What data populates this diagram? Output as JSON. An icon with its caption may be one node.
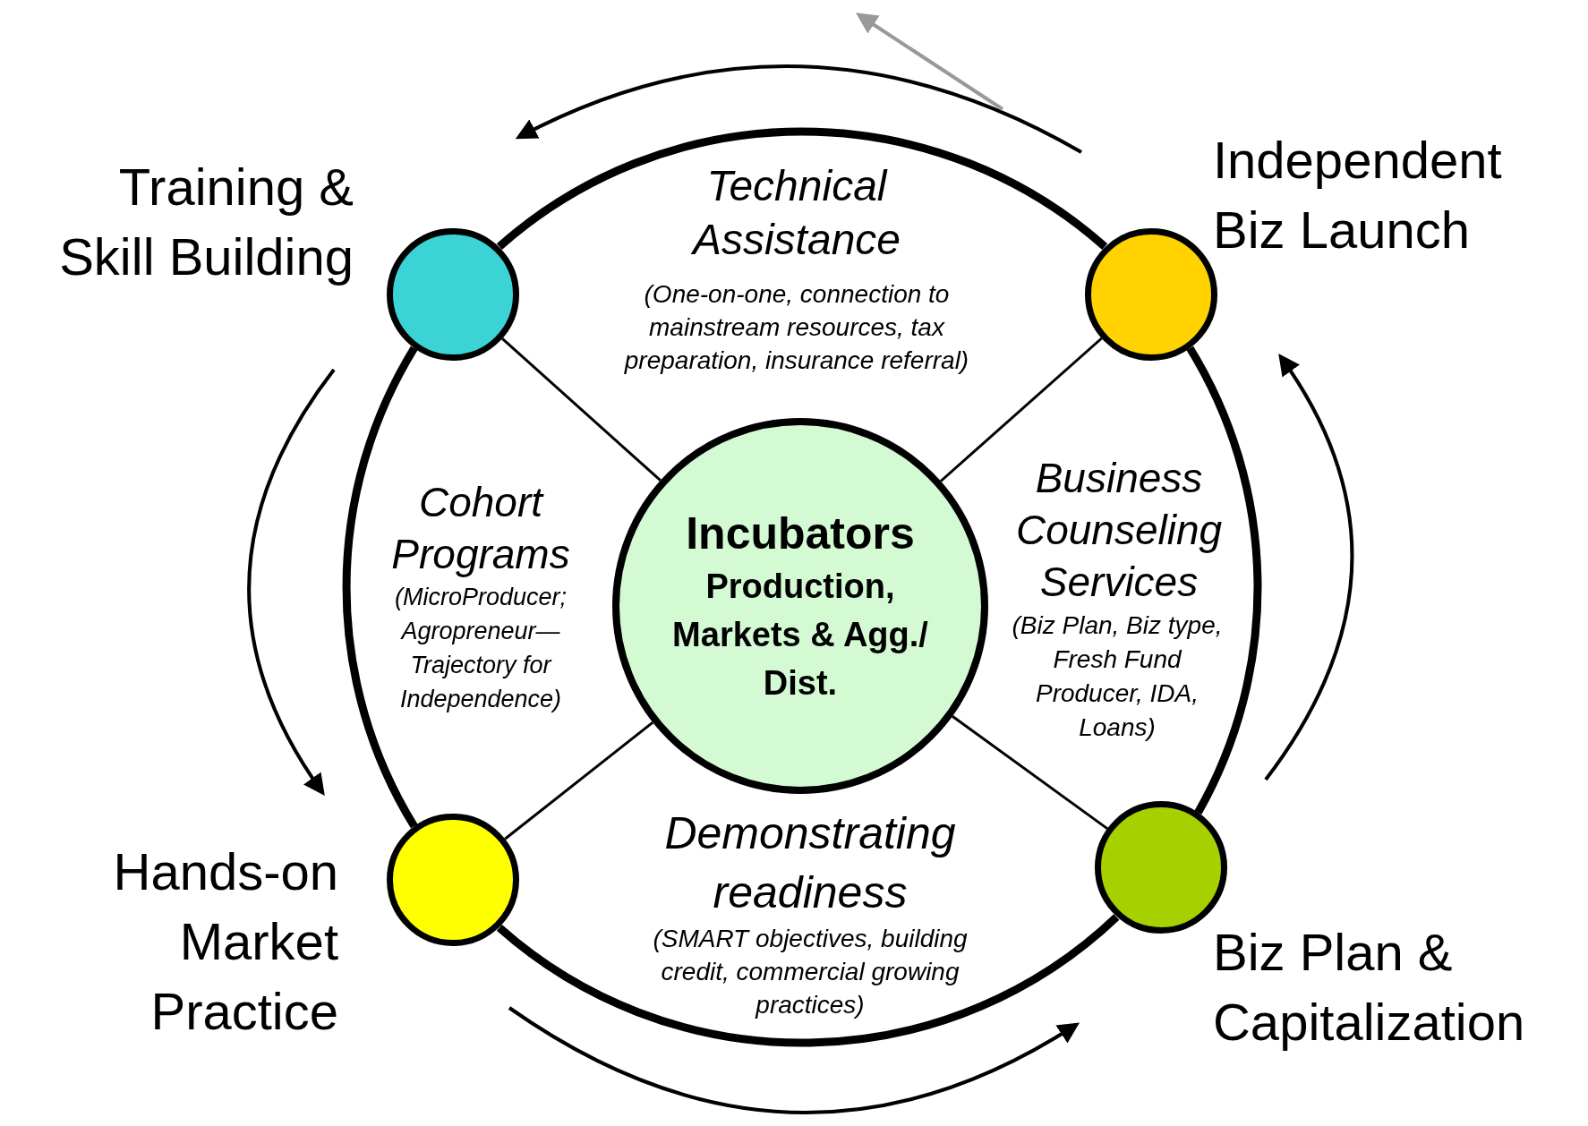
{
  "diagram": {
    "nodes": [
      {
        "text": [],
        "shape": "circle",
        "beside": [
          "Training & Skill Building"
        ]
      },
      {
        "text": [],
        "shape": "circle",
        "beside": [
          "Independent Biz Launch"
        ]
      },
      {
        "text": [
          "Incubators",
          "Production, Markets & Agg./ Dist."
        ]
      },
      {
        "text": [],
        "shape": "circle",
        "beside": [
          "Hands-on Market Practice"
        ]
      },
      {
        "text": [],
        "shape": "circle",
        "beside": [
          "Biz Plan & Capitalization"
        ]
      }
    ],
    "edges": [
      {
        "from": 0,
        "to": 1,
        "arrow": "none",
        "style": "thick"
      },
      {
        "from": 1,
        "to": 4,
        "arrow": "none",
        "style": "thick"
      },
      {
        "from": 4,
        "to": 3,
        "arrow": "none",
        "style": "thick"
      },
      {
        "from": 3,
        "to": 0,
        "arrow": "none",
        "style": "thick"
      },
      {
        "from": 2,
        "to": 0,
        "arrow": "none"
      },
      {
        "from": 2,
        "to": 1,
        "arrow": "none"
      },
      {
        "from": 2,
        "to": 3,
        "arrow": "none"
      },
      {
        "from": 2,
        "to": 4,
        "arrow": "none"
      },
      {
        "from": 0,
        "to": 3,
        "arrow": "to"
      },
      {
        "from": 3,
        "to": 4,
        "arrow": "to"
      },
      {
        "from": 4,
        "to": 1,
        "arrow": "to"
      },
      {
        "from": 1,
        "to": 0,
        "arrow": "to"
      }
    ],
    "labels": [
      "Technical Assistance",
      "(One-on-one, connection to mainstream resources, tax preparation, insurance referral)",
      "Cohort Programs",
      "(MicroProducer; Agropreneur—Trajectory for Independence)",
      "Business Counseling Services",
      "(Biz Plan, Biz type, Fresh Fund Producer, IDA, Loans)",
      "Demonstrating readiness",
      "(SMART objectives, building credit, commercial growing practices)"
    ]
  }
}
